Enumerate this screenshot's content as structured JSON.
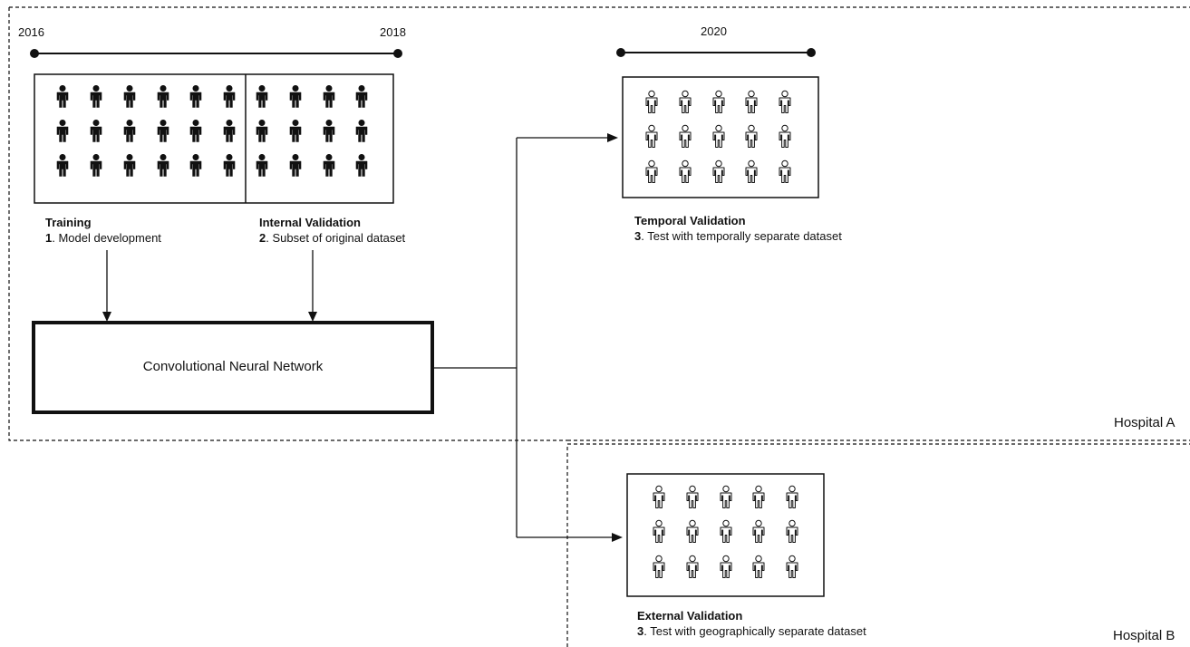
{
  "timeline": {
    "start_year": "2016",
    "end_year": "2018",
    "temporal_year": "2020"
  },
  "blocks": {
    "training": {
      "title": "Training",
      "num": "1",
      "text": ". Model development"
    },
    "internal": {
      "title": "Internal Validation",
      "num": "2",
      "text": ". Subset of original dataset"
    },
    "temporal": {
      "title": "Temporal Validation",
      "num": "3",
      "text": ". Test with temporally separate dataset"
    },
    "external": {
      "title": "External Validation",
      "num": "3",
      "text": ". Test with geographically separate dataset"
    }
  },
  "cnn": {
    "label": "Convolutional Neural Network"
  },
  "regions": {
    "hospital_a": "Hospital A",
    "hospital_b": "Hospital B"
  },
  "people_counts": {
    "training": 18,
    "internal_validation": 12,
    "temporal_validation": 15,
    "external_validation": 15
  },
  "colors": {
    "stroke": "#111111",
    "filled_person": "#111111",
    "outline_person": "#ffffff"
  }
}
